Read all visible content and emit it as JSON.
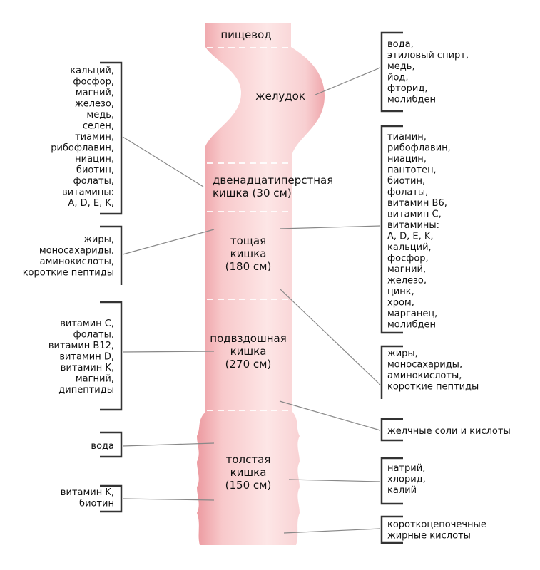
{
  "colors": {
    "tube": "#f3b3b6",
    "tube_light": "#fde4e4",
    "tube_edge": "#e88c92"
  },
  "segments": [
    {
      "lines": [
        "пищевод"
      ]
    },
    {
      "lines": [
        "желудок"
      ]
    },
    {
      "lines": [
        "двенадцатиперстная",
        "кишка (30 см)"
      ]
    },
    {
      "lines": [
        "тощая",
        "кишка",
        "(180 см)"
      ]
    },
    {
      "lines": [
        "подвздошная",
        "кишка",
        "(270 см)"
      ]
    },
    {
      "lines": [
        "толстая",
        "кишка",
        "(150 см)"
      ]
    }
  ],
  "left_groups": [
    {
      "lines": [
        "кальций,",
        "фосфор,",
        "магний,",
        "железо,",
        "медь,",
        "селен,",
        "тиамин,",
        "рибофлавин,",
        "ниацин,",
        "биотин,",
        "фолаты,",
        "витамины:",
        "A, D, E, K,"
      ]
    },
    {
      "lines": [
        "жиры,",
        "моносахариды,",
        "аминокислоты,",
        "короткие пептиды"
      ]
    },
    {
      "lines": [
        "витамин C,",
        "фолаты,",
        "витамин B12,",
        "витамин D,",
        "витамин K,",
        "магний,",
        "дипептиды"
      ]
    },
    {
      "lines": [
        "вода"
      ]
    },
    {
      "lines": [
        "витамин K,",
        "биотин"
      ]
    }
  ],
  "right_groups": [
    {
      "lines": [
        "вода,",
        "этиловый спирт,",
        "медь,",
        "йод,",
        "фторид,",
        "молибден"
      ]
    },
    {
      "lines": [
        "тиамин,",
        "рибофлавин,",
        "ниацин,",
        "пантотен,",
        "биотин,",
        "фолаты,",
        "витамин B6,",
        "витамин C,",
        "витамины:",
        "A, D, E, K,",
        "кальций,",
        "фосфор,",
        "магний,",
        "железо,",
        "цинк,",
        "хром,",
        "марганец,",
        "молибден"
      ]
    },
    {
      "lines": [
        "жиры,",
        "моносахариды,",
        "аминокислоты,",
        "короткие пептиды"
      ]
    },
    {
      "lines": [
        "желчные соли и кислоты"
      ]
    },
    {
      "lines": [
        "натрий,",
        "хлорид,",
        "калий"
      ]
    },
    {
      "lines": [
        "короткоцепочечные",
        "жирные кислоты"
      ]
    }
  ]
}
